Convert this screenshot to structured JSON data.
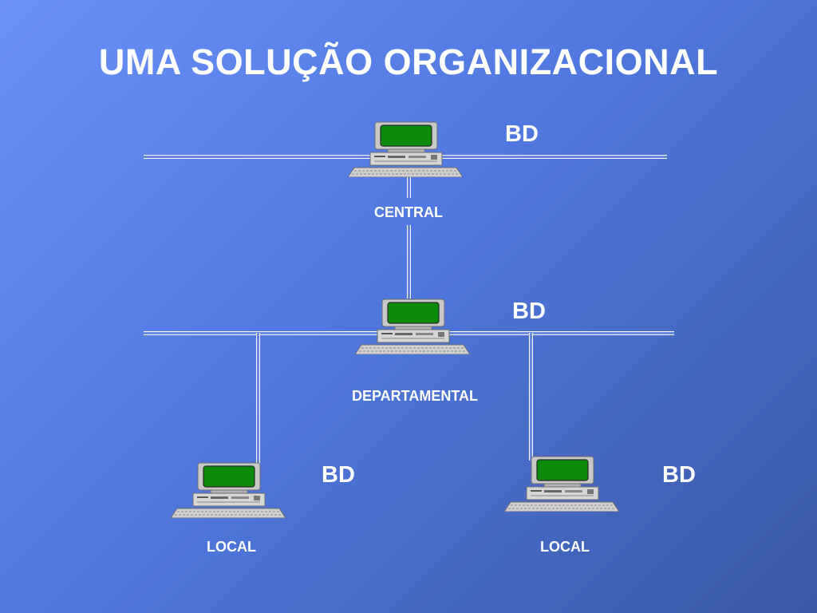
{
  "title": "UMA SOLUÇÃO ORGANIZACIONAL",
  "nodes": {
    "central": {
      "label": "CENTRAL",
      "db": "BD"
    },
    "departamental": {
      "label": "DEPARTAMENTAL",
      "db": "BD"
    },
    "local_left": {
      "label": "LOCAL",
      "db": "BD"
    },
    "local_right": {
      "label": "LOCAL",
      "db": "BD"
    }
  },
  "colors": {
    "screen": "#0b8a0b",
    "monitor": "#c8c8c8",
    "line": "#ffffff"
  },
  "icon": "desktop-computer-icon"
}
